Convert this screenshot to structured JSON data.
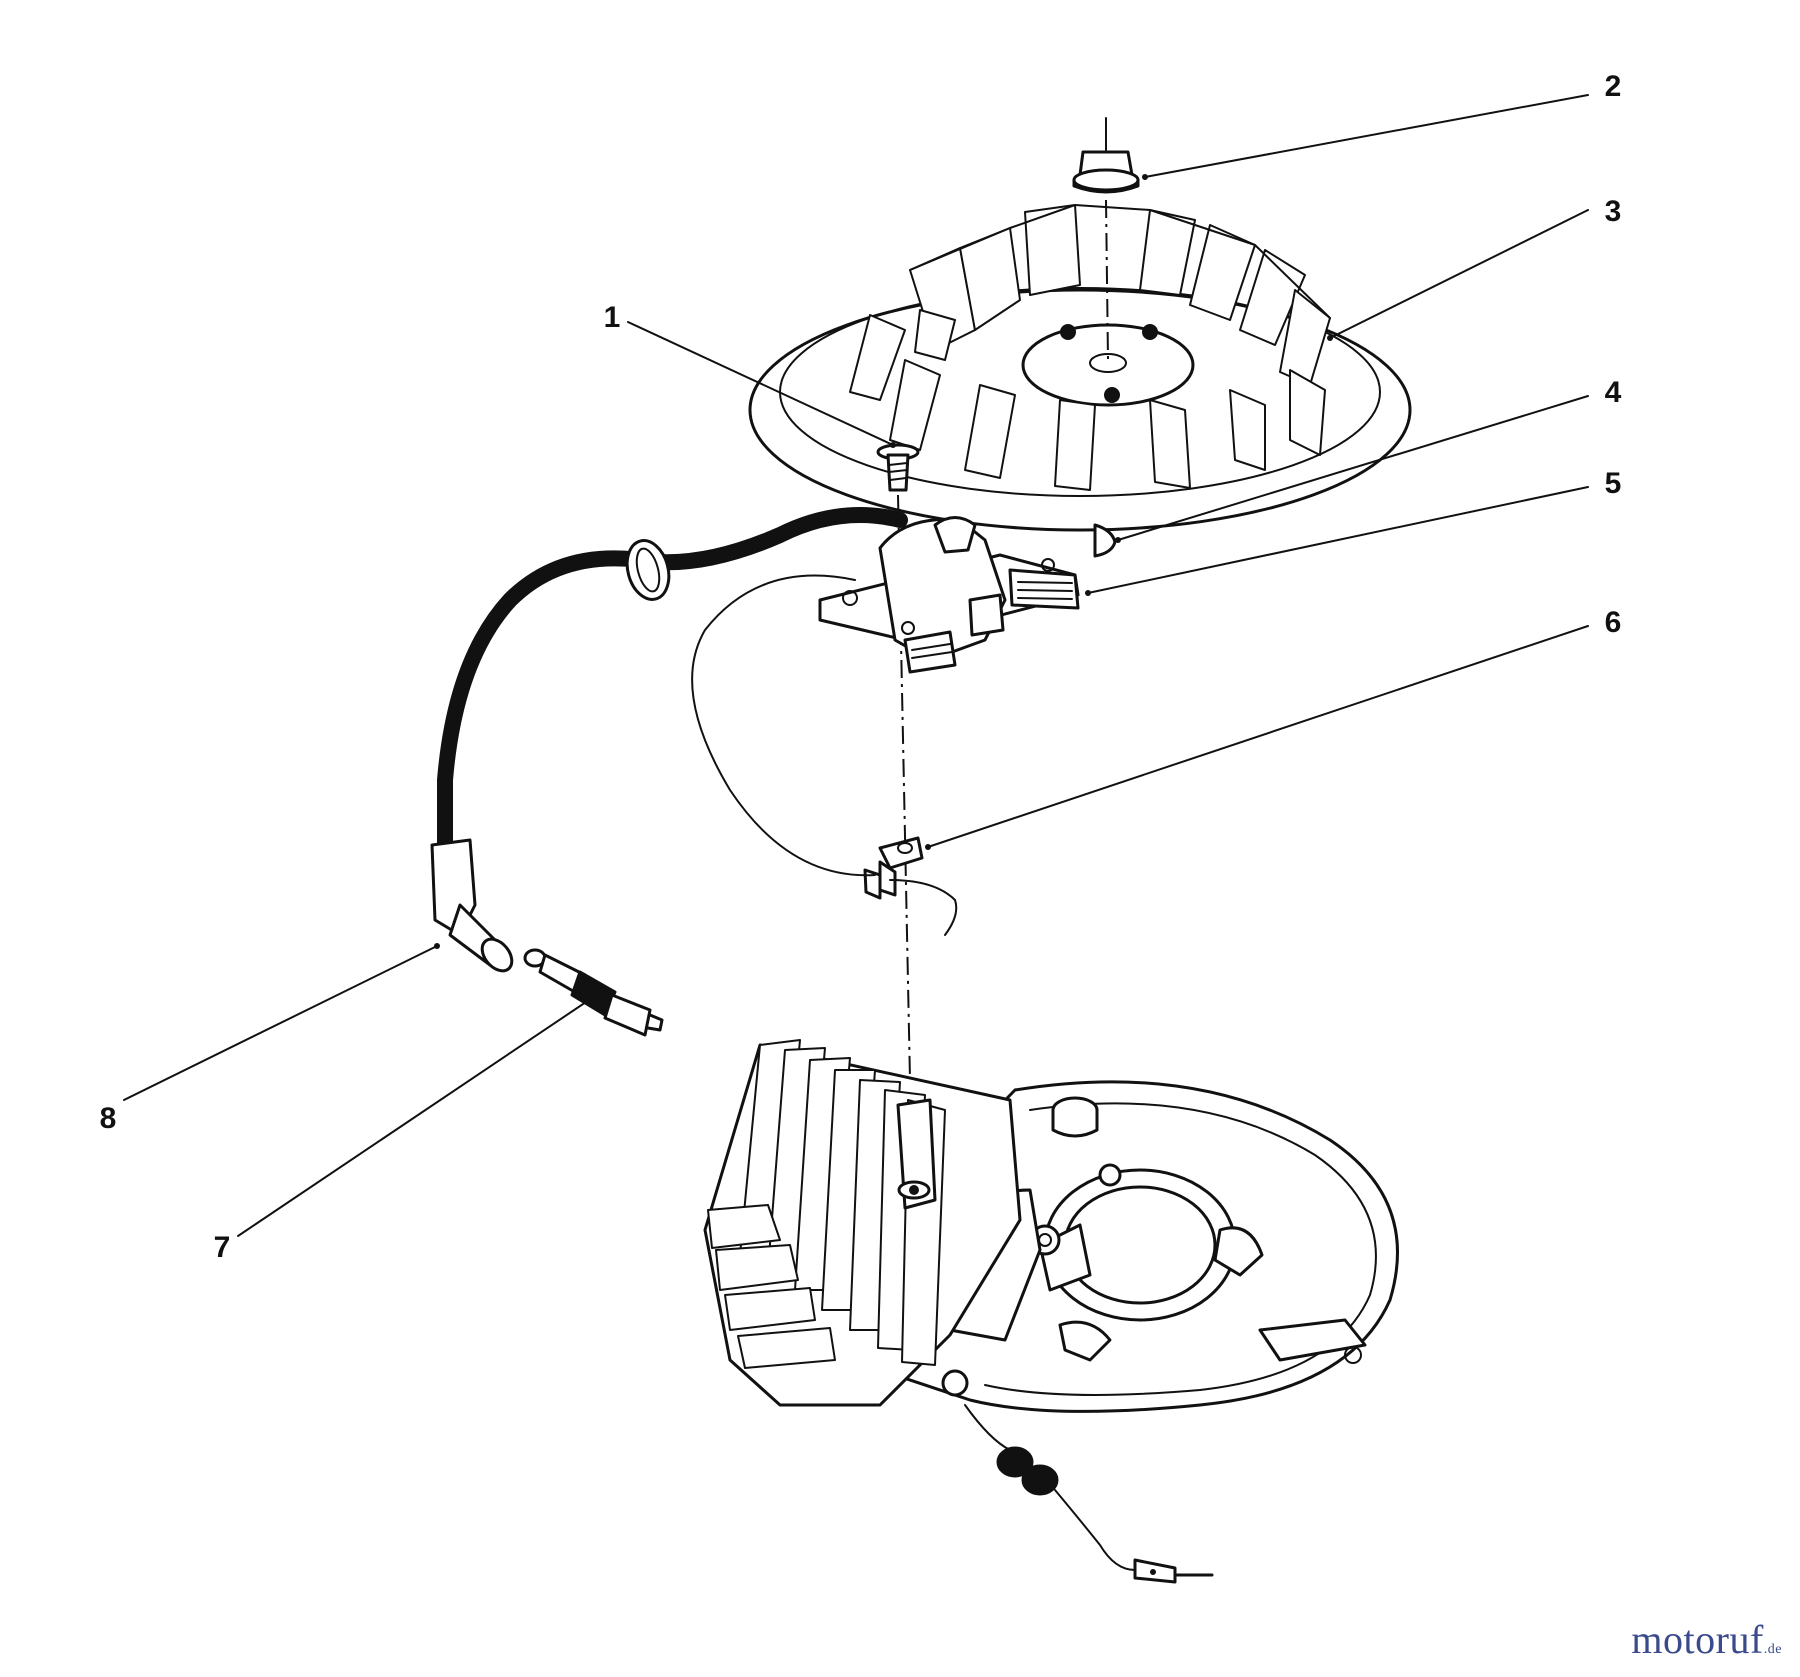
{
  "callouts": [
    {
      "id": "1",
      "label": "1"
    },
    {
      "id": "2",
      "label": "2"
    },
    {
      "id": "3",
      "label": "3"
    },
    {
      "id": "4",
      "label": "4"
    },
    {
      "id": "5",
      "label": "5"
    },
    {
      "id": "6",
      "label": "6"
    },
    {
      "id": "7",
      "label": "7"
    },
    {
      "id": "8",
      "label": "8"
    }
  ],
  "watermark": {
    "text": "motoruf",
    "suffix": ".de"
  },
  "colors": {
    "line": "#111111",
    "background": "#ffffff",
    "watermark": "#3a4a8c"
  }
}
